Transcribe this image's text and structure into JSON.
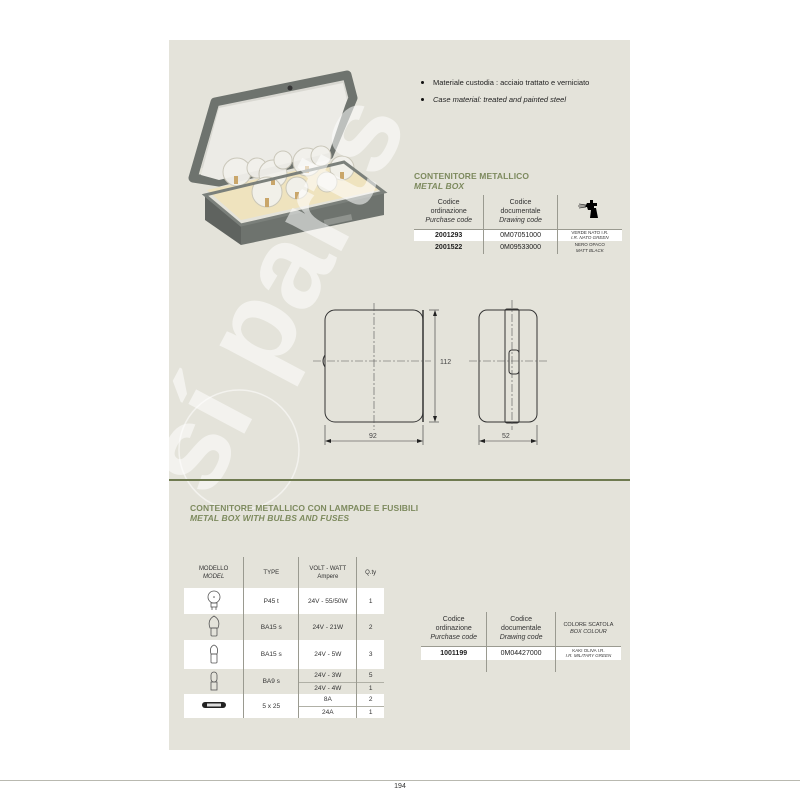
{
  "page": {
    "number": "194"
  },
  "product": {
    "image_alt": "Open metal box containing spare bulbs",
    "bullets": [
      {
        "text": "Materiale custodia : acciaio trattato e verniciato",
        "italic": false
      },
      {
        "text": "Case material: treated and painted steel",
        "italic": true
      }
    ]
  },
  "metal_box": {
    "title_it": "CONTENITORE METALLICO",
    "title_en": "METAL BOX",
    "headers": {
      "purchase_it_1": "Codice",
      "purchase_it_2": "ordinazione",
      "purchase_en": "Purchase code",
      "drawing_it_1": "Codice",
      "drawing_it_2": "documentale",
      "drawing_en": "Drawing code",
      "colour_icon": "spray-gun-icon"
    },
    "rows": [
      {
        "purchase_code": "2001293",
        "drawing_code": "0M07051000",
        "colour_it": "VERDE NATO I.R.",
        "colour_en": "I.R. NATO GREEN"
      },
      {
        "purchase_code": "2001522",
        "drawing_code": "0M09533000",
        "colour_it": "NERO OPACO",
        "colour_en": "MATT BLACK"
      }
    ]
  },
  "drawing": {
    "front_width": "92",
    "height": "112",
    "side_depth": "52"
  },
  "watermark": {
    "text": "sí parts"
  },
  "kit": {
    "title_it": "CONTENITORE METALLICO CON LAMPADE E FUSIBILI",
    "title_en": "METAL BOX WITH BULBS AND FUSES",
    "lamp_table": {
      "headers": {
        "model_it": "MODELLO",
        "model_en": "MODEL",
        "type": "TYPE",
        "volt_1": "VOLT - WATT",
        "volt_2": "Ampere",
        "qty": "Q.ty"
      },
      "rows": [
        {
          "icon": "bulb-p45t-icon",
          "type": "P45 t",
          "values": [
            {
              "spec": "24V - 55/50W",
              "qty": "1"
            }
          ]
        },
        {
          "icon": "bulb-ba15s-large-icon",
          "type": "BA15 s",
          "values": [
            {
              "spec": "24V - 21W",
              "qty": "2"
            }
          ]
        },
        {
          "icon": "bulb-ba15s-small-icon",
          "type": "BA15 s",
          "values": [
            {
              "spec": "24V - 5W",
              "qty": "3"
            }
          ]
        },
        {
          "icon": "bulb-ba9s-icon",
          "type": "BA9 s",
          "values": [
            {
              "spec": "24V - 3W",
              "qty": "5"
            },
            {
              "spec": "24V - 4W",
              "qty": "1"
            }
          ]
        },
        {
          "icon": "fuse-icon",
          "type": "5 x 25",
          "values": [
            {
              "spec": "8A",
              "qty": "2"
            },
            {
              "spec": "24A",
              "qty": "1"
            }
          ]
        }
      ]
    },
    "order_table": {
      "headers": {
        "purchase_it_1": "Codice",
        "purchase_it_2": "ordinazione",
        "purchase_en": "Purchase code",
        "drawing_it_1": "Codice",
        "drawing_it_2": "documentale",
        "drawing_en": "Drawing code",
        "colour_it": "COLORE SCATOLA",
        "colour_en": "BOX COLOUR"
      },
      "rows": [
        {
          "purchase_code": "1001199",
          "drawing_code": "0M04427000",
          "colour_it": "KAKI OLIVA I.R.",
          "colour_en": "I.R. MILITARY GREEN"
        }
      ]
    }
  },
  "colors": {
    "panel_bg": "#e4e3da",
    "section_title": "#7d8a5e",
    "divider": "#6f7a50",
    "box_grey": "#6e736e"
  }
}
